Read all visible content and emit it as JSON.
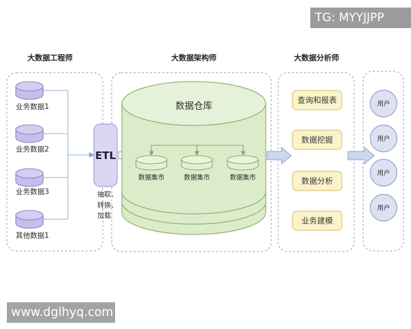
{
  "watermarks": {
    "telegram": "TG: MYYJJPP",
    "website": "www.dglhyq.com"
  },
  "headers": {
    "engineer": "大数据工程师",
    "architect": "大数据架构师",
    "analyst": "大数据分析师"
  },
  "engineer": {
    "sources": [
      "业务数据1",
      "业务数据2",
      "业务数据3",
      "其他数据1"
    ],
    "etl": "ETL",
    "etl_steps": [
      "抽取、",
      "转换、",
      "加载"
    ]
  },
  "architect": {
    "warehouse": "数据仓库",
    "marts": [
      "数据集市",
      "数据集市",
      "数据集市"
    ]
  },
  "analyst": {
    "tasks": [
      "查询和报表",
      "数据挖掘",
      "数据分析",
      "业务建模"
    ]
  },
  "users": [
    "用户",
    "用户",
    "用户",
    "用户"
  ],
  "colors": {
    "source_cylinder": "#c6bfec",
    "etl_box": "#dcd6f5",
    "warehouse": "#dcecca",
    "mart": "#e2efd4",
    "task_box": "#fbf3c9",
    "user_circle": "#dce2f1",
    "flow_arrow": "#ccd7f0",
    "watermark_bg": "#9c9c9c"
  }
}
